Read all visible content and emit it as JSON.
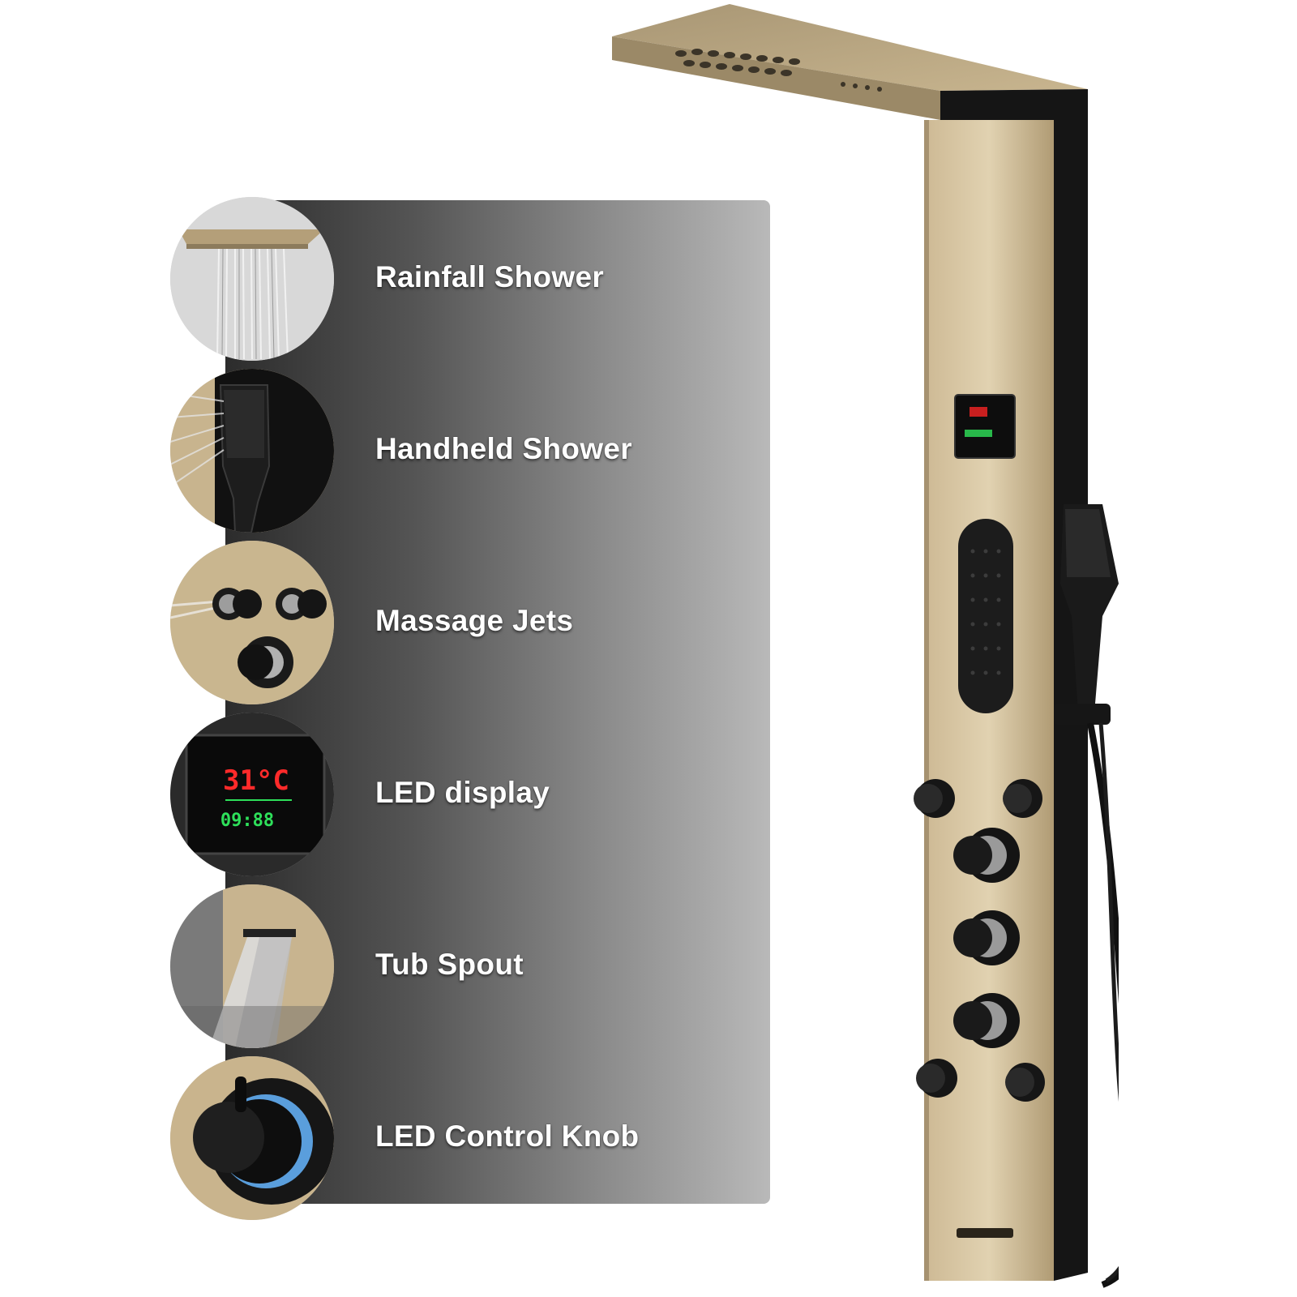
{
  "features": [
    {
      "label": "Rainfall Shower",
      "icon": "rainfall-shower-icon"
    },
    {
      "label": "Handheld Shower",
      "icon": "handheld-shower-icon"
    },
    {
      "label": "Massage Jets",
      "icon": "massage-jets-icon"
    },
    {
      "label": "LED display",
      "icon": "led-display-icon"
    },
    {
      "label": "Tub Spout",
      "icon": "tub-spout-icon"
    },
    {
      "label": "LED Control Knob",
      "icon": "led-control-knob-icon"
    }
  ],
  "led_display": {
    "temperature": "31°C",
    "time": "09:88"
  },
  "colors": {
    "panel_gold": "#b9a47f",
    "panel_dark": "#2e2e2e",
    "matte_black": "#1c1c1c",
    "led_red": "#ff2a2a",
    "led_green": "#2ee05a",
    "knob_glow": "#66b6ff"
  }
}
